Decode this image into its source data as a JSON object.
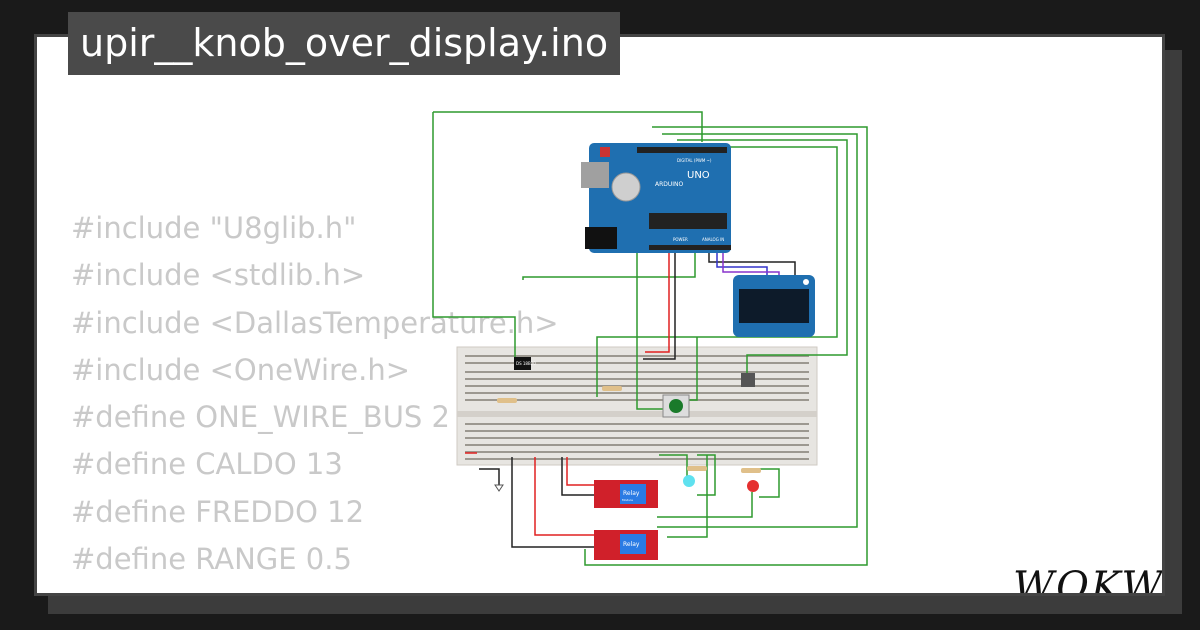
{
  "header": {
    "title": "upir__knob_over_display.ino"
  },
  "code_lines": [
    "#include \"U8glib.h\"",
    "#include <stdlib.h>",
    "#include <DallasTemperature.h>",
    "#include <OneWire.h>",
    "#define ONE_WIRE_BUS 2",
    "#define CALDO 13",
    "#define FREDDO 12",
    "#define RANGE 0.5"
  ],
  "circuit": {
    "board_label": "UNO",
    "board_brand": "ARDUINO",
    "board_digital_label": "DIGITAL (PWM ~)",
    "board_analog_label": "ANALOG IN",
    "board_power_label": "POWER",
    "sensor_label": "DS 18B20",
    "relay_label": "Relay",
    "relay_sublabel": "Module",
    "colors": {
      "wire_green": "#2e9a2e",
      "wire_red": "#e02020",
      "wire_black": "#222222",
      "wire_blue": "#3333cc",
      "wire_purple": "#8833cc",
      "board": "#1f6fb0",
      "display": "#1f6fb0",
      "relay": "#d0202a"
    }
  },
  "brand": {
    "logo_text": "WOKWi"
  }
}
